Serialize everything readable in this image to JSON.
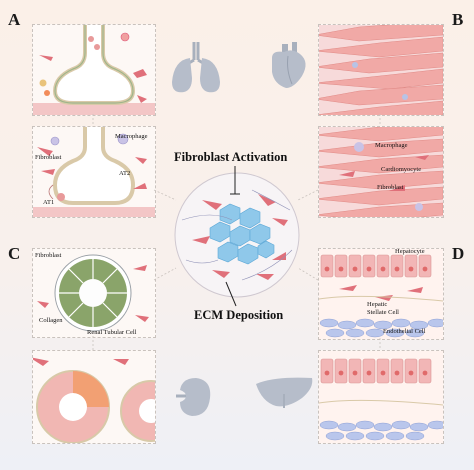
{
  "panels": {
    "a": "A",
    "b": "B",
    "c": "C",
    "d": "D"
  },
  "center": {
    "activation": "Fibroblast Activation",
    "deposition": "ECM Deposition"
  },
  "lung": {
    "macrophage": "Macrophage",
    "fibroblast": "Fibroblast",
    "at2": "AT2",
    "at1": "AT1"
  },
  "heart": {
    "macrophage": "Macrophage",
    "cardiomyocyte": "Cardiomyocyte",
    "fibroblast": "Fibroblast"
  },
  "kidney": {
    "fibroblast": "Fibroblast",
    "collagen": "Collagen",
    "renal": "Renal Tubular Cell"
  },
  "liver": {
    "hepatocyte": "Hepatocyte",
    "stellate_line1": "Hepatic",
    "stellate_line2": "Stellate Cell",
    "endothelial": "Endothelial Cell"
  },
  "colors": {
    "fibroblast": "#e0707a",
    "ecm_cell": "#8fc8ea",
    "kidney_tubule": "#8aa46a",
    "hepatocyte": "#f2b6b6",
    "endothelial": "#b9c6ec",
    "muscle": "#f1b7b3",
    "organ_gray": "#aeb6c4"
  },
  "icons": [
    "lung-icon",
    "heart-icon",
    "kidney-icon",
    "liver-icon"
  ]
}
